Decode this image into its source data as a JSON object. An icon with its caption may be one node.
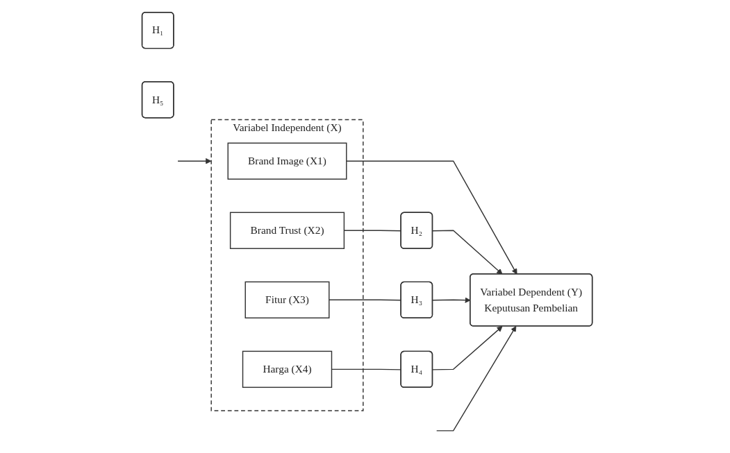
{
  "diagram": {
    "nodes": [
      {
        "text": [
          "Variabel Independent (X)"
        ]
      },
      {
        "text": [
          "Brand Image (X1)"
        ],
        "in": 0
      },
      {
        "text": [
          "Brand Trust (X2)"
        ],
        "in": 0
      },
      {
        "text": [
          "Fitur (X3)"
        ],
        "in": 0
      },
      {
        "text": [
          "Harga (X4)"
        ],
        "in": 0
      },
      {
        "text": [
          "H₁"
        ]
      },
      {
        "text": [
          "H₂"
        ]
      },
      {
        "text": [
          "H₃"
        ]
      },
      {
        "text": [
          "H₄"
        ]
      },
      {
        "text": [
          "H₅"
        ]
      },
      {
        "text": [
          "Variabel Dependent (Y)",
          "Keputusan Pembelian"
        ]
      }
    ],
    "edges": [
      {
        "from": 1,
        "to": 10,
        "arrow": "to"
      },
      {
        "from": 2,
        "to": 6,
        "arrow": "none"
      },
      {
        "from": 6,
        "to": 10,
        "arrow": "to"
      },
      {
        "from": 3,
        "to": 7,
        "arrow": "none"
      },
      {
        "from": 7,
        "to": 10,
        "arrow": "to"
      },
      {
        "from": 4,
        "to": 8,
        "arrow": "none"
      },
      {
        "from": 8,
        "to": 10,
        "arrow": "to"
      },
      {
        "from": null,
        "to": 0,
        "arrow": "to"
      },
      {
        "from": null,
        "to": 10,
        "arrow": "to"
      }
    ]
  }
}
